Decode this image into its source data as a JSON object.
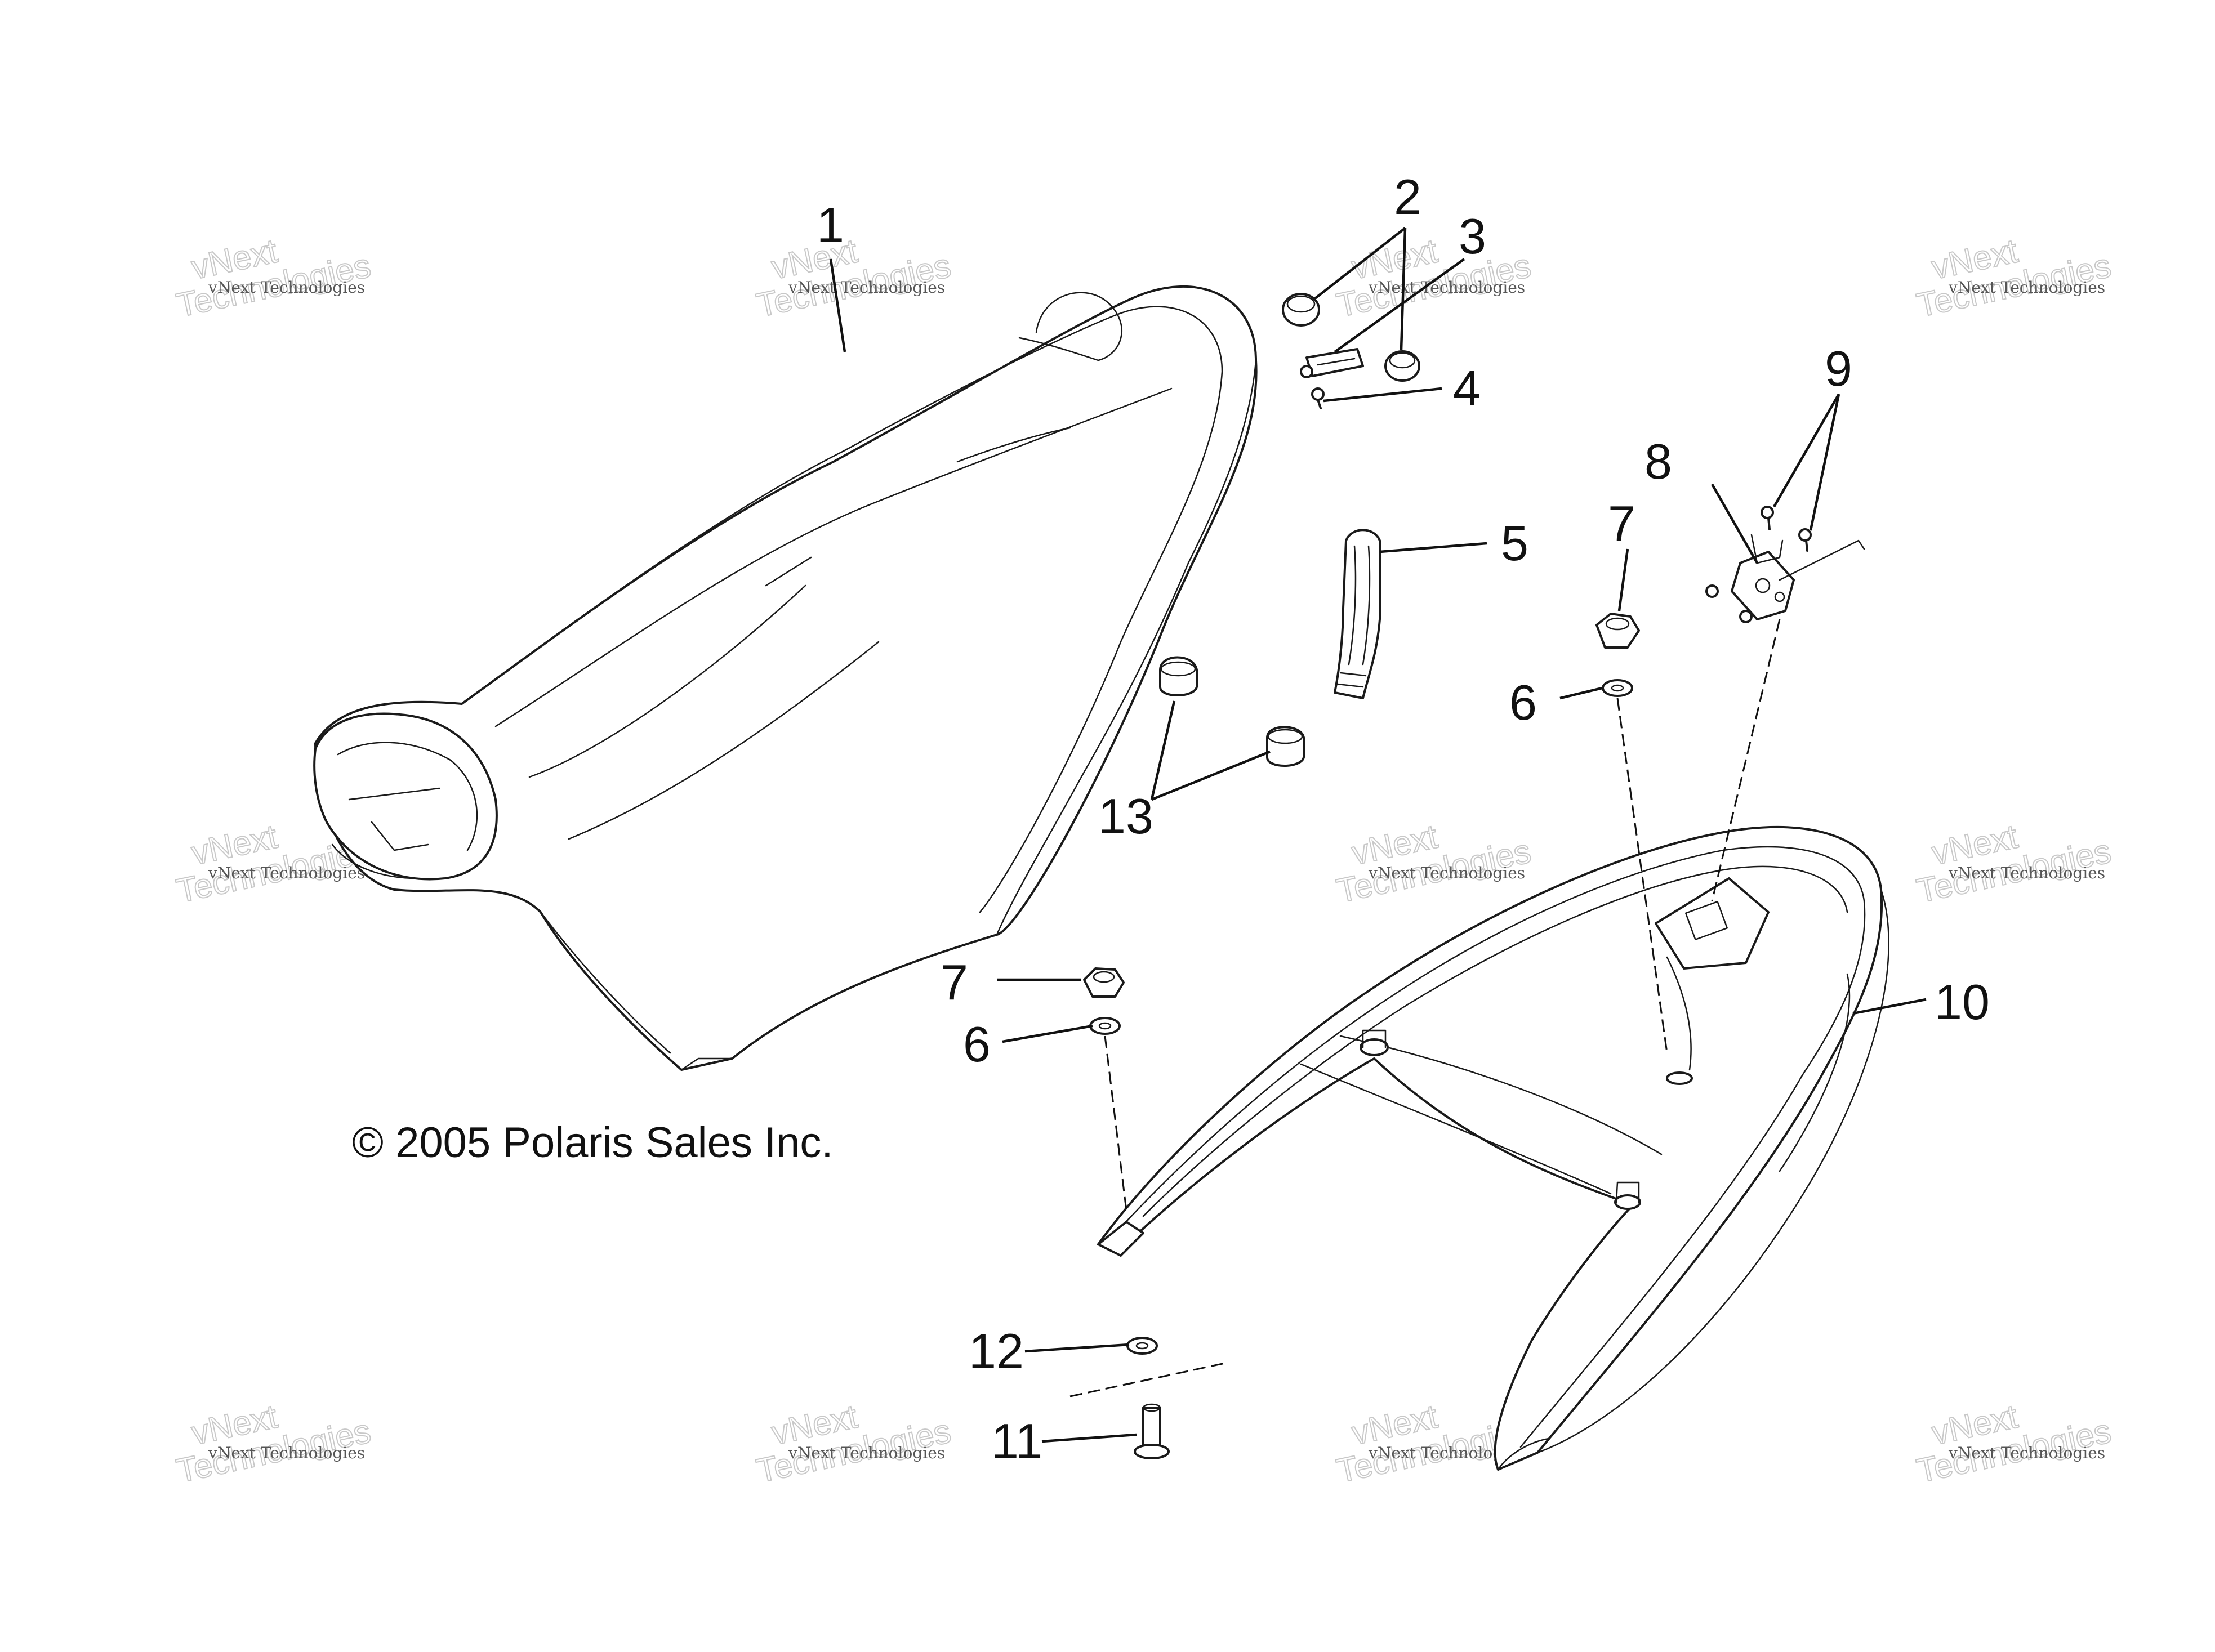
{
  "copyright": "© 2005 Polaris Sales Inc.",
  "watermark": {
    "line1": "vNext Technologies",
    "line2": "vNext",
    "line3": "Technologies"
  },
  "callouts": [
    "1",
    "2",
    "3",
    "4",
    "5",
    "6",
    "6",
    "7",
    "7",
    "8",
    "9",
    "10",
    "11",
    "12",
    "13"
  ]
}
